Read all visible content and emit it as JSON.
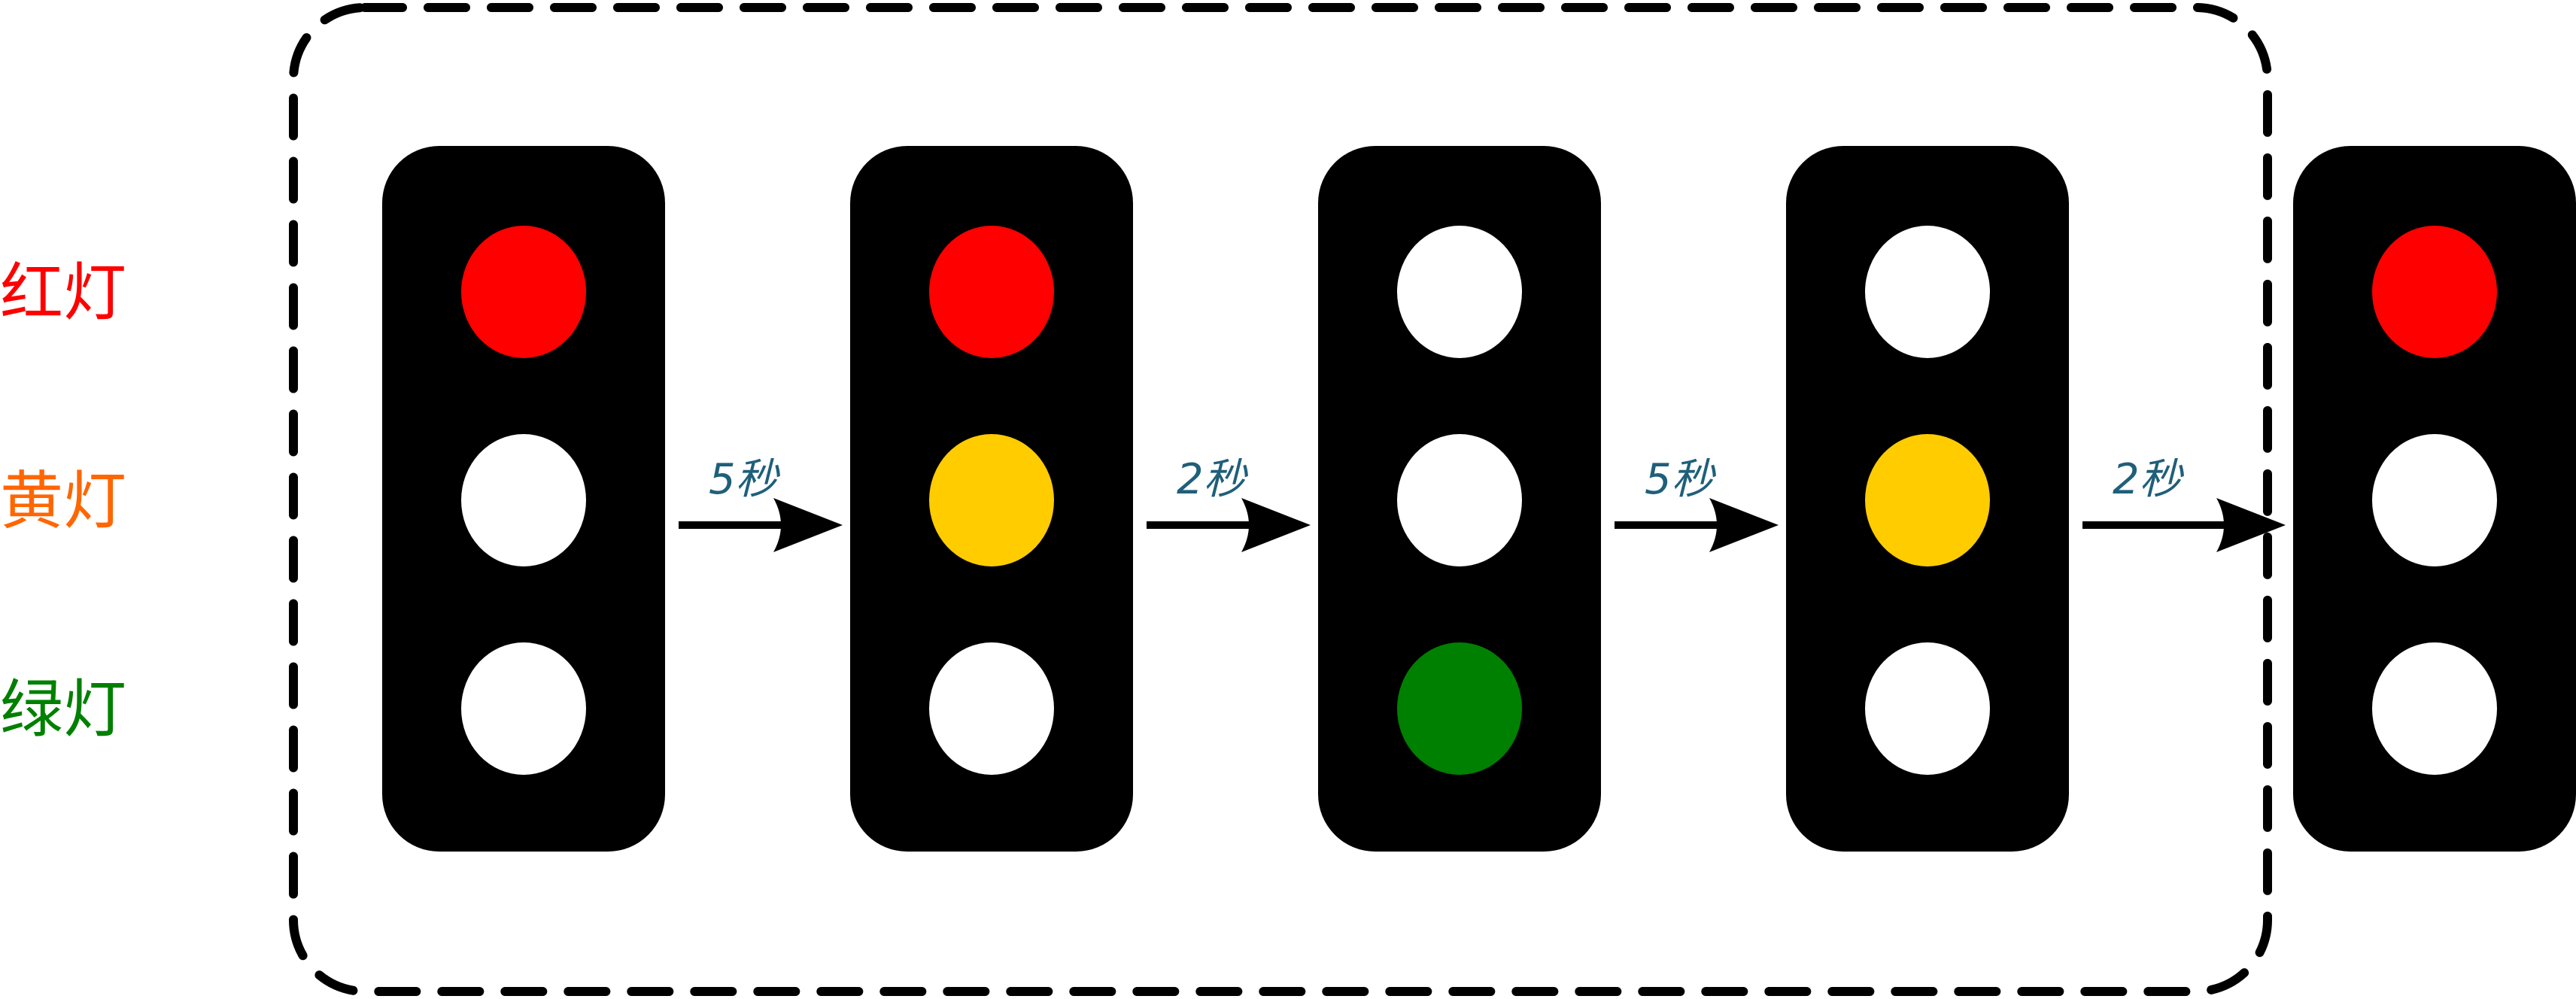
{
  "labels": [
    {
      "text": "红灯",
      "color": "#ff0000"
    },
    {
      "text": "黄灯",
      "color": "#ff6600"
    },
    {
      "text": "绿灯",
      "color": "#008000"
    }
  ],
  "colors": {
    "red": "#ff0000",
    "yellow": "#ffcc00",
    "green": "#008000",
    "off": "#ffffff",
    "housing": "#000000",
    "duration_text": "#1f5f7a",
    "loop_border": "#000000"
  },
  "lights": [
    {
      "state": [
        "red",
        "off",
        "off"
      ]
    },
    {
      "state": [
        "red",
        "yellow",
        "off"
      ]
    },
    {
      "state": [
        "off",
        "off",
        "green"
      ]
    },
    {
      "state": [
        "off",
        "yellow",
        "off"
      ]
    },
    {
      "state": [
        "red",
        "off",
        "off"
      ]
    }
  ],
  "transitions": [
    {
      "label": "5秒"
    },
    {
      "label": "2秒"
    },
    {
      "label": "5秒"
    },
    {
      "label": "2秒"
    }
  ],
  "loop_frame": {
    "style": "dashed",
    "covers_lights": [
      0,
      3
    ]
  }
}
